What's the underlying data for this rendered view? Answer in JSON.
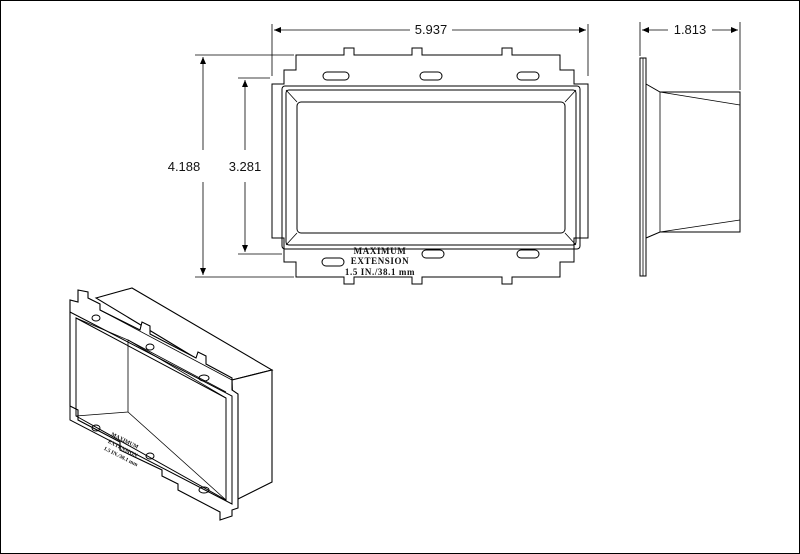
{
  "dimensions": {
    "width": "5.937",
    "depth": "1.813",
    "outer_height": "4.188",
    "inner_height": "3.281"
  },
  "label": {
    "line1": "MAXIMUM",
    "line2": "EXTENSION",
    "line3": "1.5 IN./38.1 mm"
  },
  "colors": {
    "line": "#000000",
    "background": "#ffffff"
  }
}
